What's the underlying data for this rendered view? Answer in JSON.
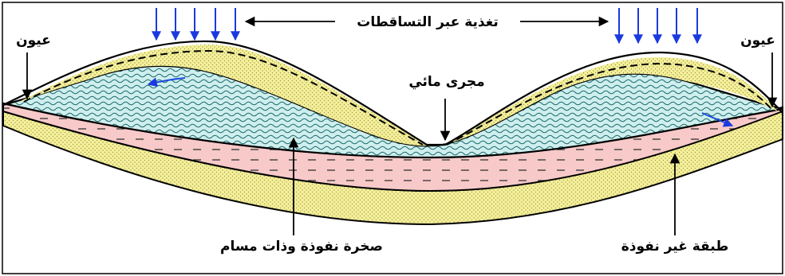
{
  "labels": {
    "recharge": "تغذية عبر التساقطات",
    "springs_left": "عيون",
    "springs_right": "عيون",
    "stream": "مجرى مائي",
    "permeable_rock": "صخرة نفوذة وذات مسام",
    "impermeable_layer": "طبقة غير نفوذة"
  },
  "colors": {
    "aquifer_fill": "#cfeeee",
    "wave_line": "#1a6a6a",
    "impermeable_fill": "#f7c9c9",
    "sand_fill": "#f6f09a",
    "sand_dot": "#9a9a50",
    "rain_arrow": "#1a3adf",
    "flow_arrow": "#1a4adf",
    "outline": "#000000"
  },
  "icons": {
    "rain": "down-arrow-icon",
    "flow": "curved-arrow-icon"
  }
}
